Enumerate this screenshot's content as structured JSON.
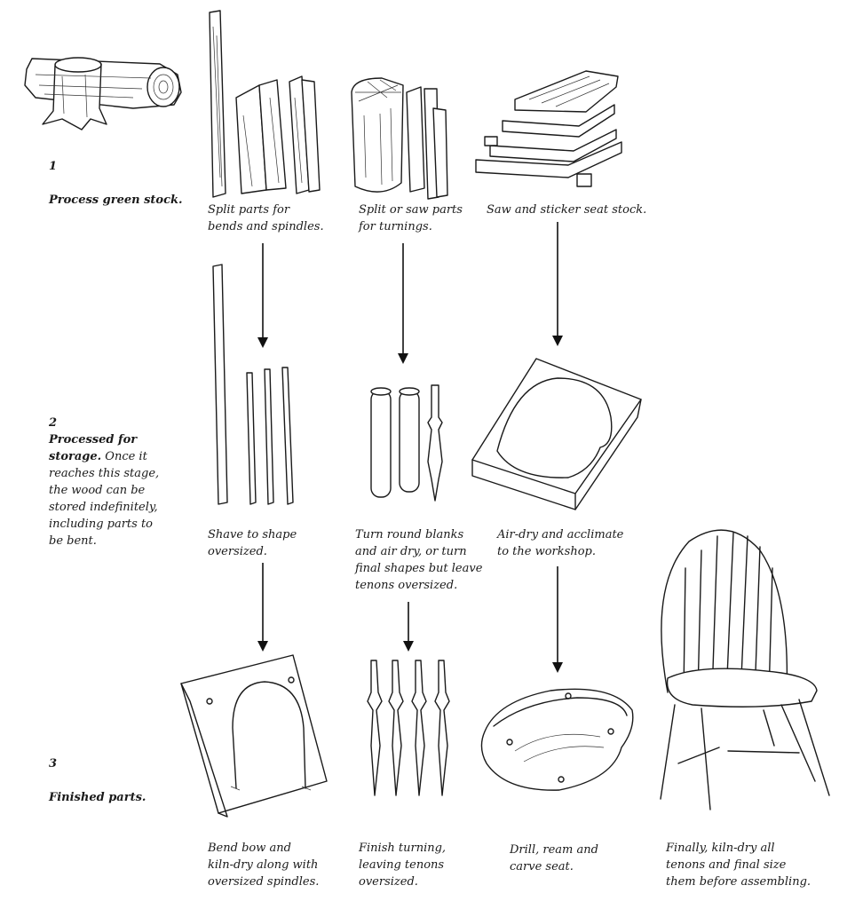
{
  "stages": [
    {
      "number": "1",
      "title": "Process green stock.",
      "body": ""
    },
    {
      "number": "2",
      "title": "Processed for storage.",
      "body": " Once it reaches this stage, the wood can be stored indefinitely, including parts to be bent."
    },
    {
      "number": "3",
      "title": "Finished parts.",
      "body": ""
    }
  ],
  "captions": {
    "split_bends": "Split parts for\nbends and spindles.",
    "split_turnings": "Split or saw parts\nfor turnings.",
    "saw_seat": "Saw and sticker seat stock.",
    "shave": "Shave to shape\noversized.",
    "turn_blanks": "Turn round blanks\nand air dry, or turn\nfinal shapes but leave\ntenons oversized.",
    "air_dry": "Air-dry and acclimate\nto the workshop.",
    "bend_bow": "Bend bow and\nkiln-dry along with\noversized spindles.",
    "finish_turning": "Finish turning,\nleaving tenons\noversized.",
    "drill_seat": "Drill, ream and\ncarve seat.",
    "final": "Finally, kiln-dry all\ntenons and final size\nthem before assembling."
  },
  "illustrations": [
    "log-stump",
    "split-parts",
    "split-turning-blocks",
    "stickered-boards",
    "spindles-shaved",
    "turned-blanks",
    "seat-blank",
    "bending-form",
    "finished-turnings",
    "carved-seat",
    "windsor-chair"
  ],
  "arrows": [
    "arrow-bends",
    "arrow-turnings",
    "arrow-seat",
    "arrow-shave",
    "arrow-turn",
    "arrow-airdry"
  ]
}
